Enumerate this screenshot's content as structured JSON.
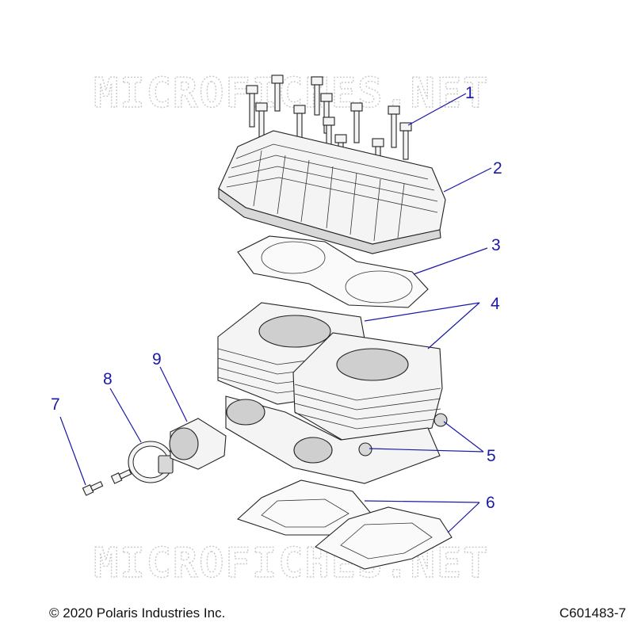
{
  "watermark": "MICROFICHES.NET",
  "callouts": [
    {
      "id": "1",
      "label": "1"
    },
    {
      "id": "2",
      "label": "2"
    },
    {
      "id": "3",
      "label": "3"
    },
    {
      "id": "4",
      "label": "4"
    },
    {
      "id": "5",
      "label": "5"
    },
    {
      "id": "6",
      "label": "6"
    },
    {
      "id": "7",
      "label": "7"
    },
    {
      "id": "8",
      "label": "8"
    },
    {
      "id": "9",
      "label": "9"
    }
  ],
  "footer": {
    "copyright": "© 2020 Polaris Industries Inc.",
    "diagram_id": "C601483-7"
  },
  "colors": {
    "callout": "#1a1aa6",
    "watermark": "#c9c9c9"
  }
}
